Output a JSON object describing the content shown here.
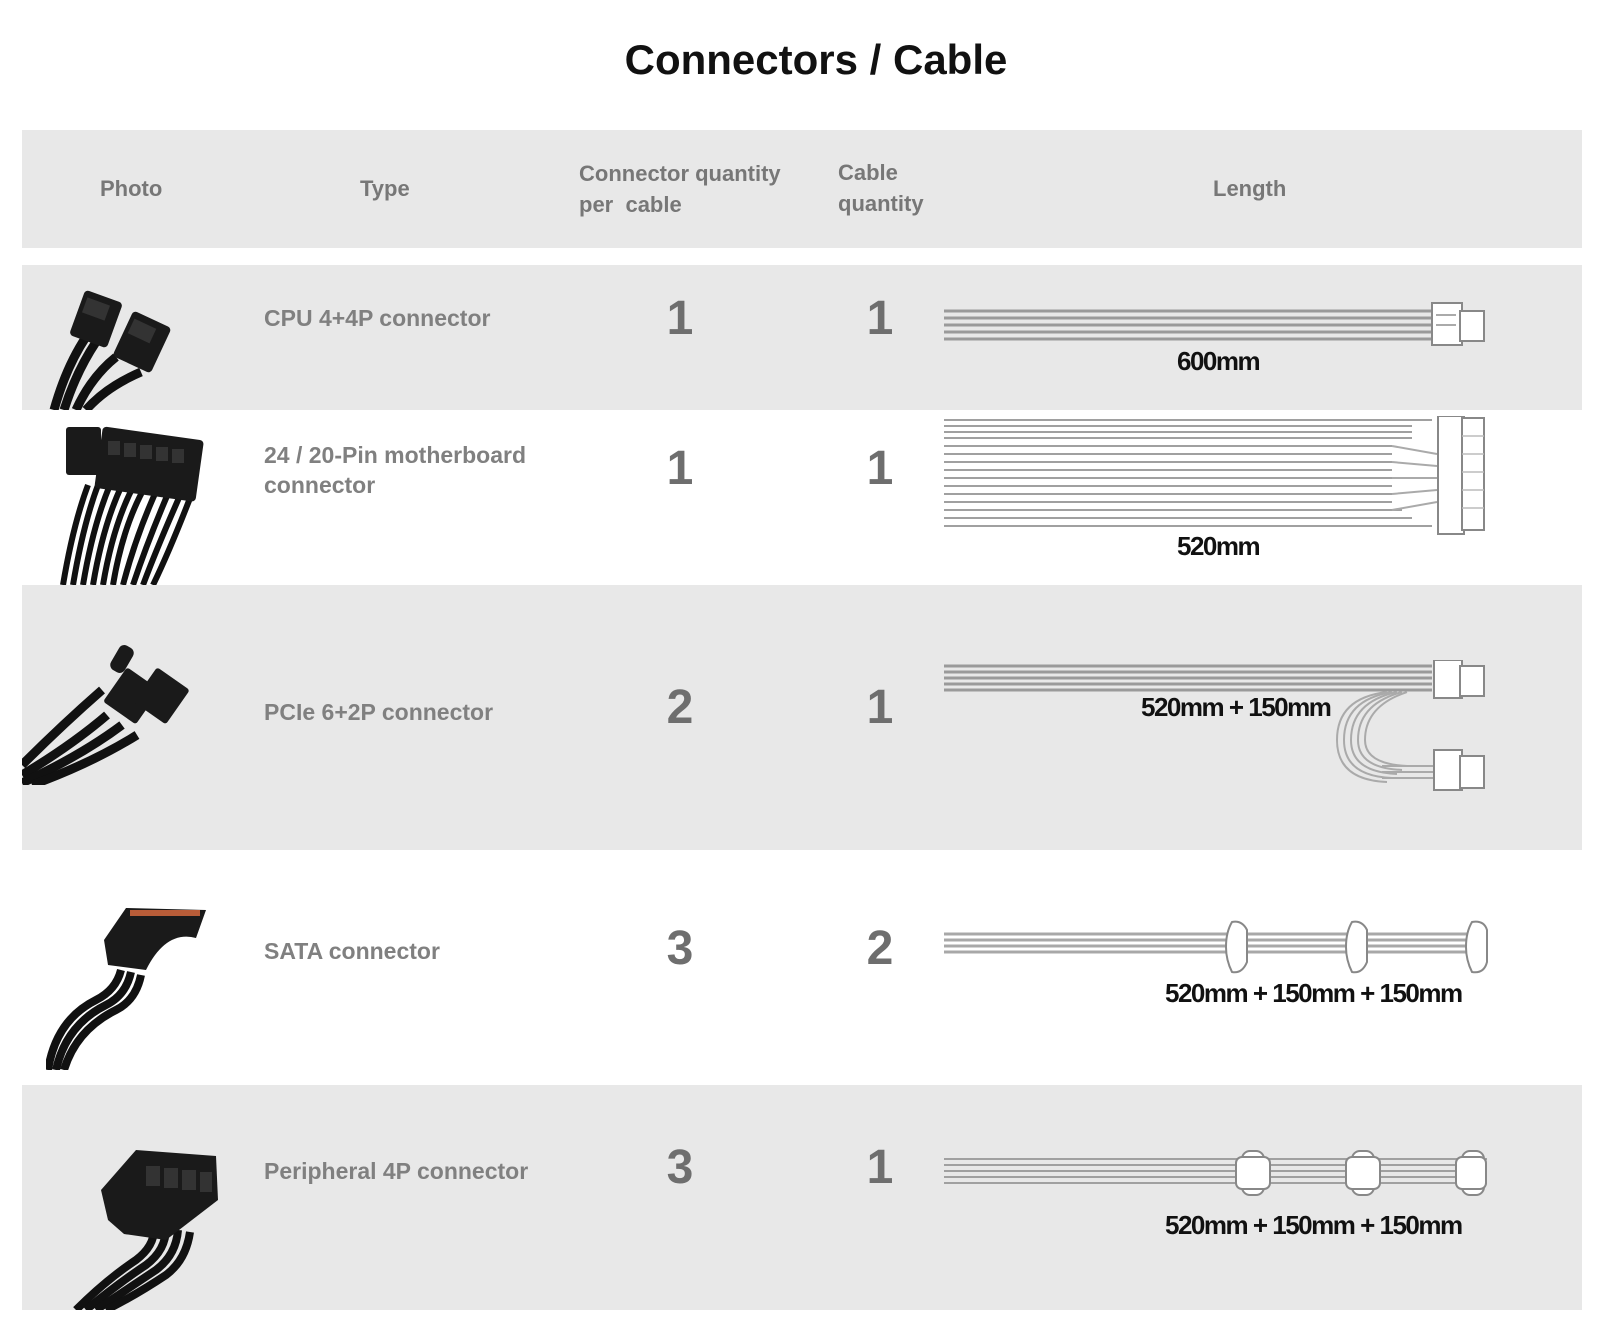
{
  "title": "Connectors / Cable",
  "headers": {
    "photo": "Photo",
    "type": "Type",
    "connector_qty_line1": "Connector quantity",
    "connector_qty_line2": "per  cable",
    "cable_qty_line1": "Cable",
    "cable_qty_line2": "quantity",
    "length": "Length"
  },
  "rows": [
    {
      "type_line1": "CPU 4+4P connector",
      "type_line2": "",
      "connector_qty": "1",
      "cable_qty": "1",
      "length": "600mm",
      "photo_icon": "cpu-connector-photo-icon"
    },
    {
      "type_line1": "24 / 20-Pin motherboard",
      "type_line2": "connector",
      "connector_qty": "1",
      "cable_qty": "1",
      "length": "520mm",
      "photo_icon": "motherboard-connector-photo-icon"
    },
    {
      "type_line1": "PCIe 6+2P connector",
      "type_line2": "",
      "connector_qty": "2",
      "cable_qty": "1",
      "length": "520mm + 150mm",
      "photo_icon": "pcie-connector-photo-icon"
    },
    {
      "type_line1": "SATA connector",
      "type_line2": "",
      "connector_qty": "3",
      "cable_qty": "2",
      "length": "520mm + 150mm + 150mm",
      "photo_icon": "sata-connector-photo-icon"
    },
    {
      "type_line1": "Peripheral 4P connector",
      "type_line2": "",
      "connector_qty": "3",
      "cable_qty": "1",
      "length": "520mm + 150mm + 150mm",
      "photo_icon": "peripheral-connector-photo-icon"
    }
  ],
  "colors": {
    "band": "#e8e8e8",
    "header_text": "#777777",
    "qty_text": "#6e6e6e",
    "cable_gray": "#9a9a9a"
  }
}
